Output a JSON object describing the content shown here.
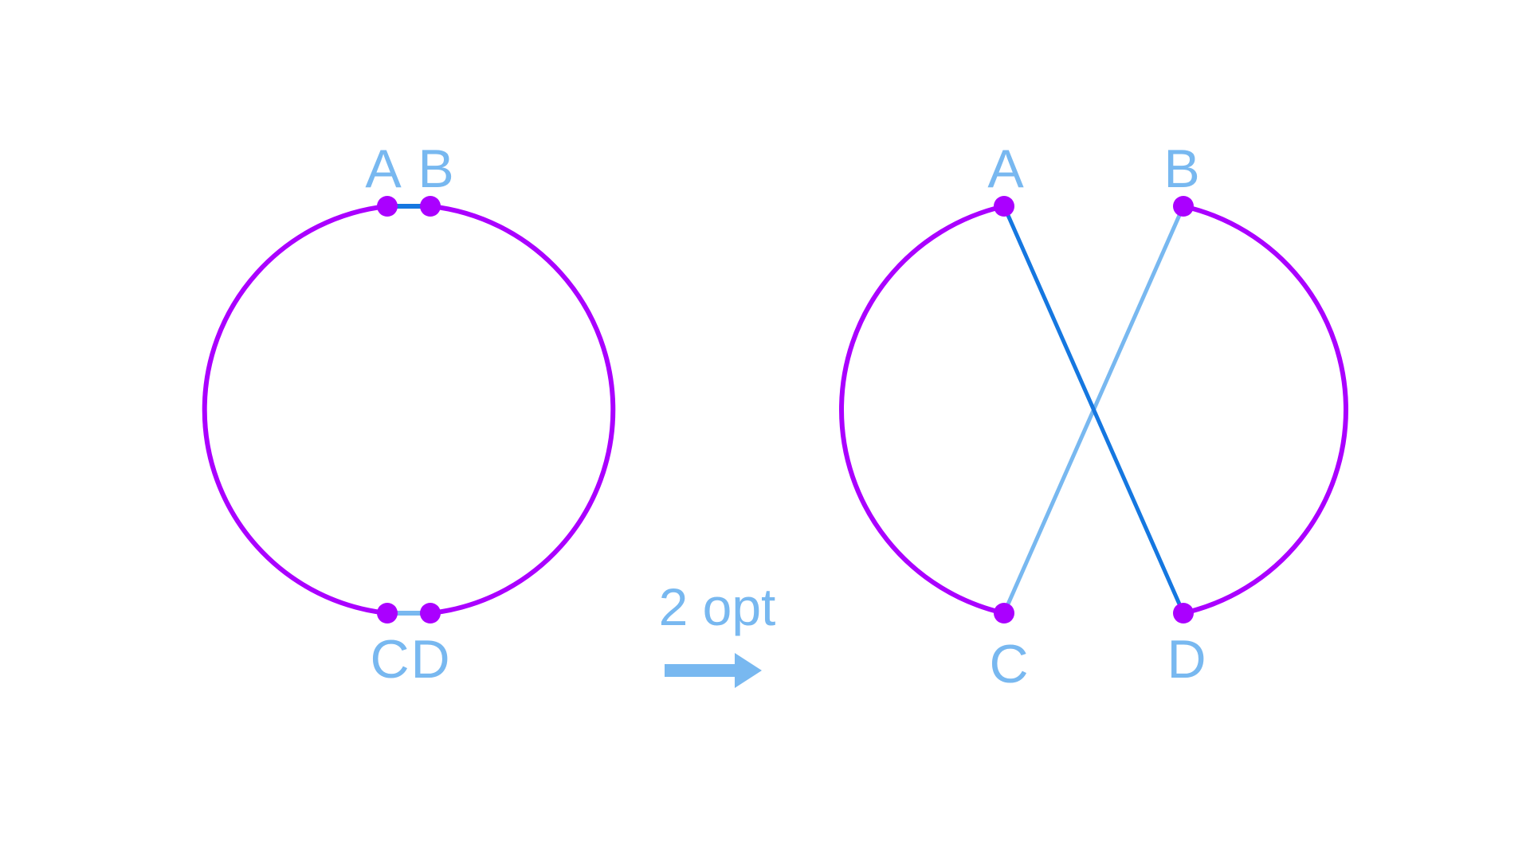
{
  "colors": {
    "tour_arc": "#AA00FF",
    "node_fill": "#AA00FF",
    "edge_dark": "#1577E0",
    "edge_light": "#78B8F0",
    "label": "#78B8F0",
    "arrow": "#78B8F0",
    "background": "#FFFFFF"
  },
  "before": {
    "nodes": {
      "a": "A",
      "b": "B",
      "c": "C",
      "d": "D"
    }
  },
  "operation": {
    "label": "2 opt",
    "icon": "right-arrow-icon"
  },
  "after": {
    "nodes": {
      "a": "A",
      "b": "B",
      "c": "C",
      "d": "D"
    }
  }
}
